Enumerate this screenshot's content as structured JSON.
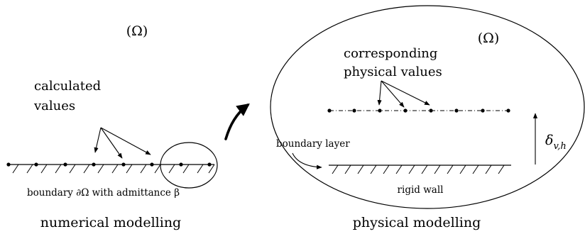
{
  "left": {
    "domain_label": "(Ω)",
    "calculated_line1": "calculated",
    "calculated_line2": "values",
    "boundary_label": "boundary ∂Ω with admittance β",
    "caption": "numerical modelling"
  },
  "right": {
    "domain_label": "(Ω)",
    "corresponding_line1": "corresponding",
    "corresponding_line2": "physical values",
    "boundary_layer_label": "boundary layer",
    "wall_label": "rigid wall",
    "thickness_symbol": "δ",
    "thickness_subscript": "v,h",
    "caption": "physical modelling"
  }
}
